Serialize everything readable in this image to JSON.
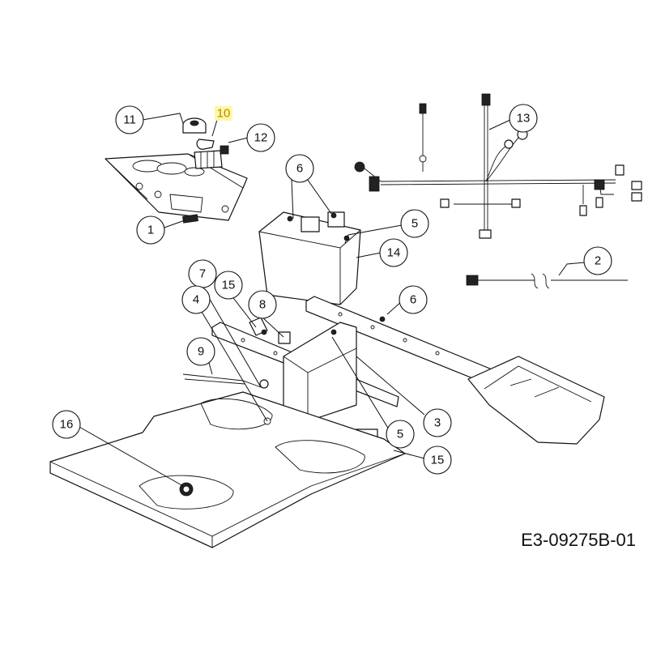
{
  "diagram_code": "E3-09275B-01",
  "callouts": [
    {
      "label": "11",
      "highlight": false
    },
    {
      "label": "10",
      "highlight": true
    },
    {
      "label": "12",
      "highlight": false
    },
    {
      "label": "1",
      "highlight": false
    },
    {
      "label": "6",
      "highlight": false
    },
    {
      "label": "5",
      "highlight": false
    },
    {
      "label": "14",
      "highlight": false
    },
    {
      "label": "13",
      "highlight": false
    },
    {
      "label": "2",
      "highlight": false
    },
    {
      "label": "7",
      "highlight": false
    },
    {
      "label": "15",
      "highlight": false
    },
    {
      "label": "8",
      "highlight": false
    },
    {
      "label": "4",
      "highlight": false
    },
    {
      "label": "6",
      "highlight": false
    },
    {
      "label": "9",
      "highlight": false
    },
    {
      "label": "3",
      "highlight": false
    },
    {
      "label": "5",
      "highlight": false
    },
    {
      "label": "15",
      "highlight": false
    },
    {
      "label": "16",
      "highlight": false
    }
  ],
  "colors": {
    "line": "#111111",
    "highlight_text": "#b58a00",
    "highlight_bg": "#fff7a8"
  }
}
